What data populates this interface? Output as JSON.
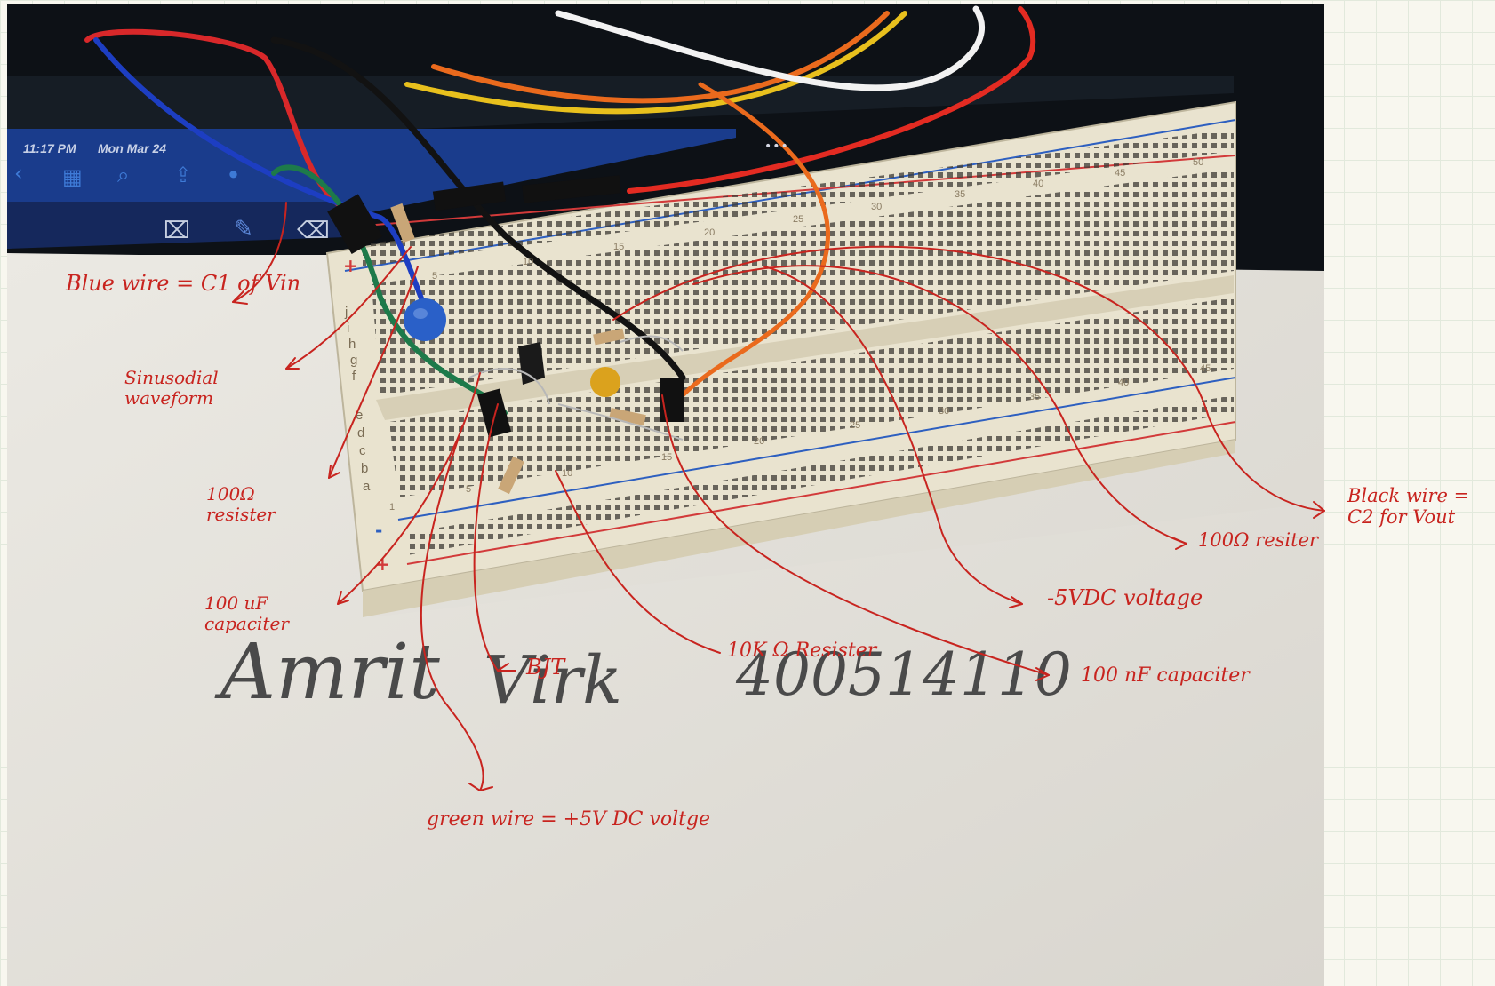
{
  "ipad_status": {
    "time": "11:17 PM",
    "date": "Mon Mar 24"
  },
  "ipad_toolbar": {
    "icons": [
      "back-chevron-icon",
      "grid-icon",
      "search-icon",
      "share-icon",
      "microphone-icon"
    ],
    "glyphs": {
      "back": "‹",
      "grid": "▦",
      "search": "⌕",
      "share": "⇪",
      "mic": "⏺",
      "more": "•••"
    }
  },
  "breadboard": {
    "column_numbers_top": [
      "5",
      "10",
      "15",
      "20",
      "25",
      "30",
      "35",
      "40",
      "45",
      "50"
    ],
    "column_numbers_bottom": [
      "1",
      "5",
      "10",
      "15",
      "20",
      "25",
      "30",
      "35",
      "40",
      "45"
    ],
    "row_letters_top": [
      "j",
      "i",
      "h",
      "g",
      "f"
    ],
    "row_letters_bottom": [
      "e",
      "d",
      "c",
      "b",
      "a"
    ],
    "rail_signs": [
      "+",
      "-",
      "+"
    ],
    "colors": {
      "board": "#e9e3cf",
      "rail_red": "#d23a3a",
      "rail_blue": "#2d5fc0",
      "hole": "#3d3a34"
    }
  },
  "annotations": {
    "blue_wire": "Blue wire = C1 of Vin",
    "sinusoidal": "Sinusodial waveform",
    "resistor_100": "100Ω resister",
    "capacitor_100": "100 uF capaciter",
    "bjt": "BJT",
    "green_wire": "green wire = +5V DC voltge",
    "resistor_10k": "10K Ω Resister",
    "capacitor_100nf": "100 nF capaciter",
    "neg_5v": "-5VDC voltage",
    "resistor_100_right": "100Ω resiter",
    "black_wire": "Black wire = C2 for Vout",
    "annotation_color": "#c8241f"
  },
  "signature": {
    "first_name": "Amrit",
    "last_name": "Virk",
    "student_id": "400514110"
  }
}
